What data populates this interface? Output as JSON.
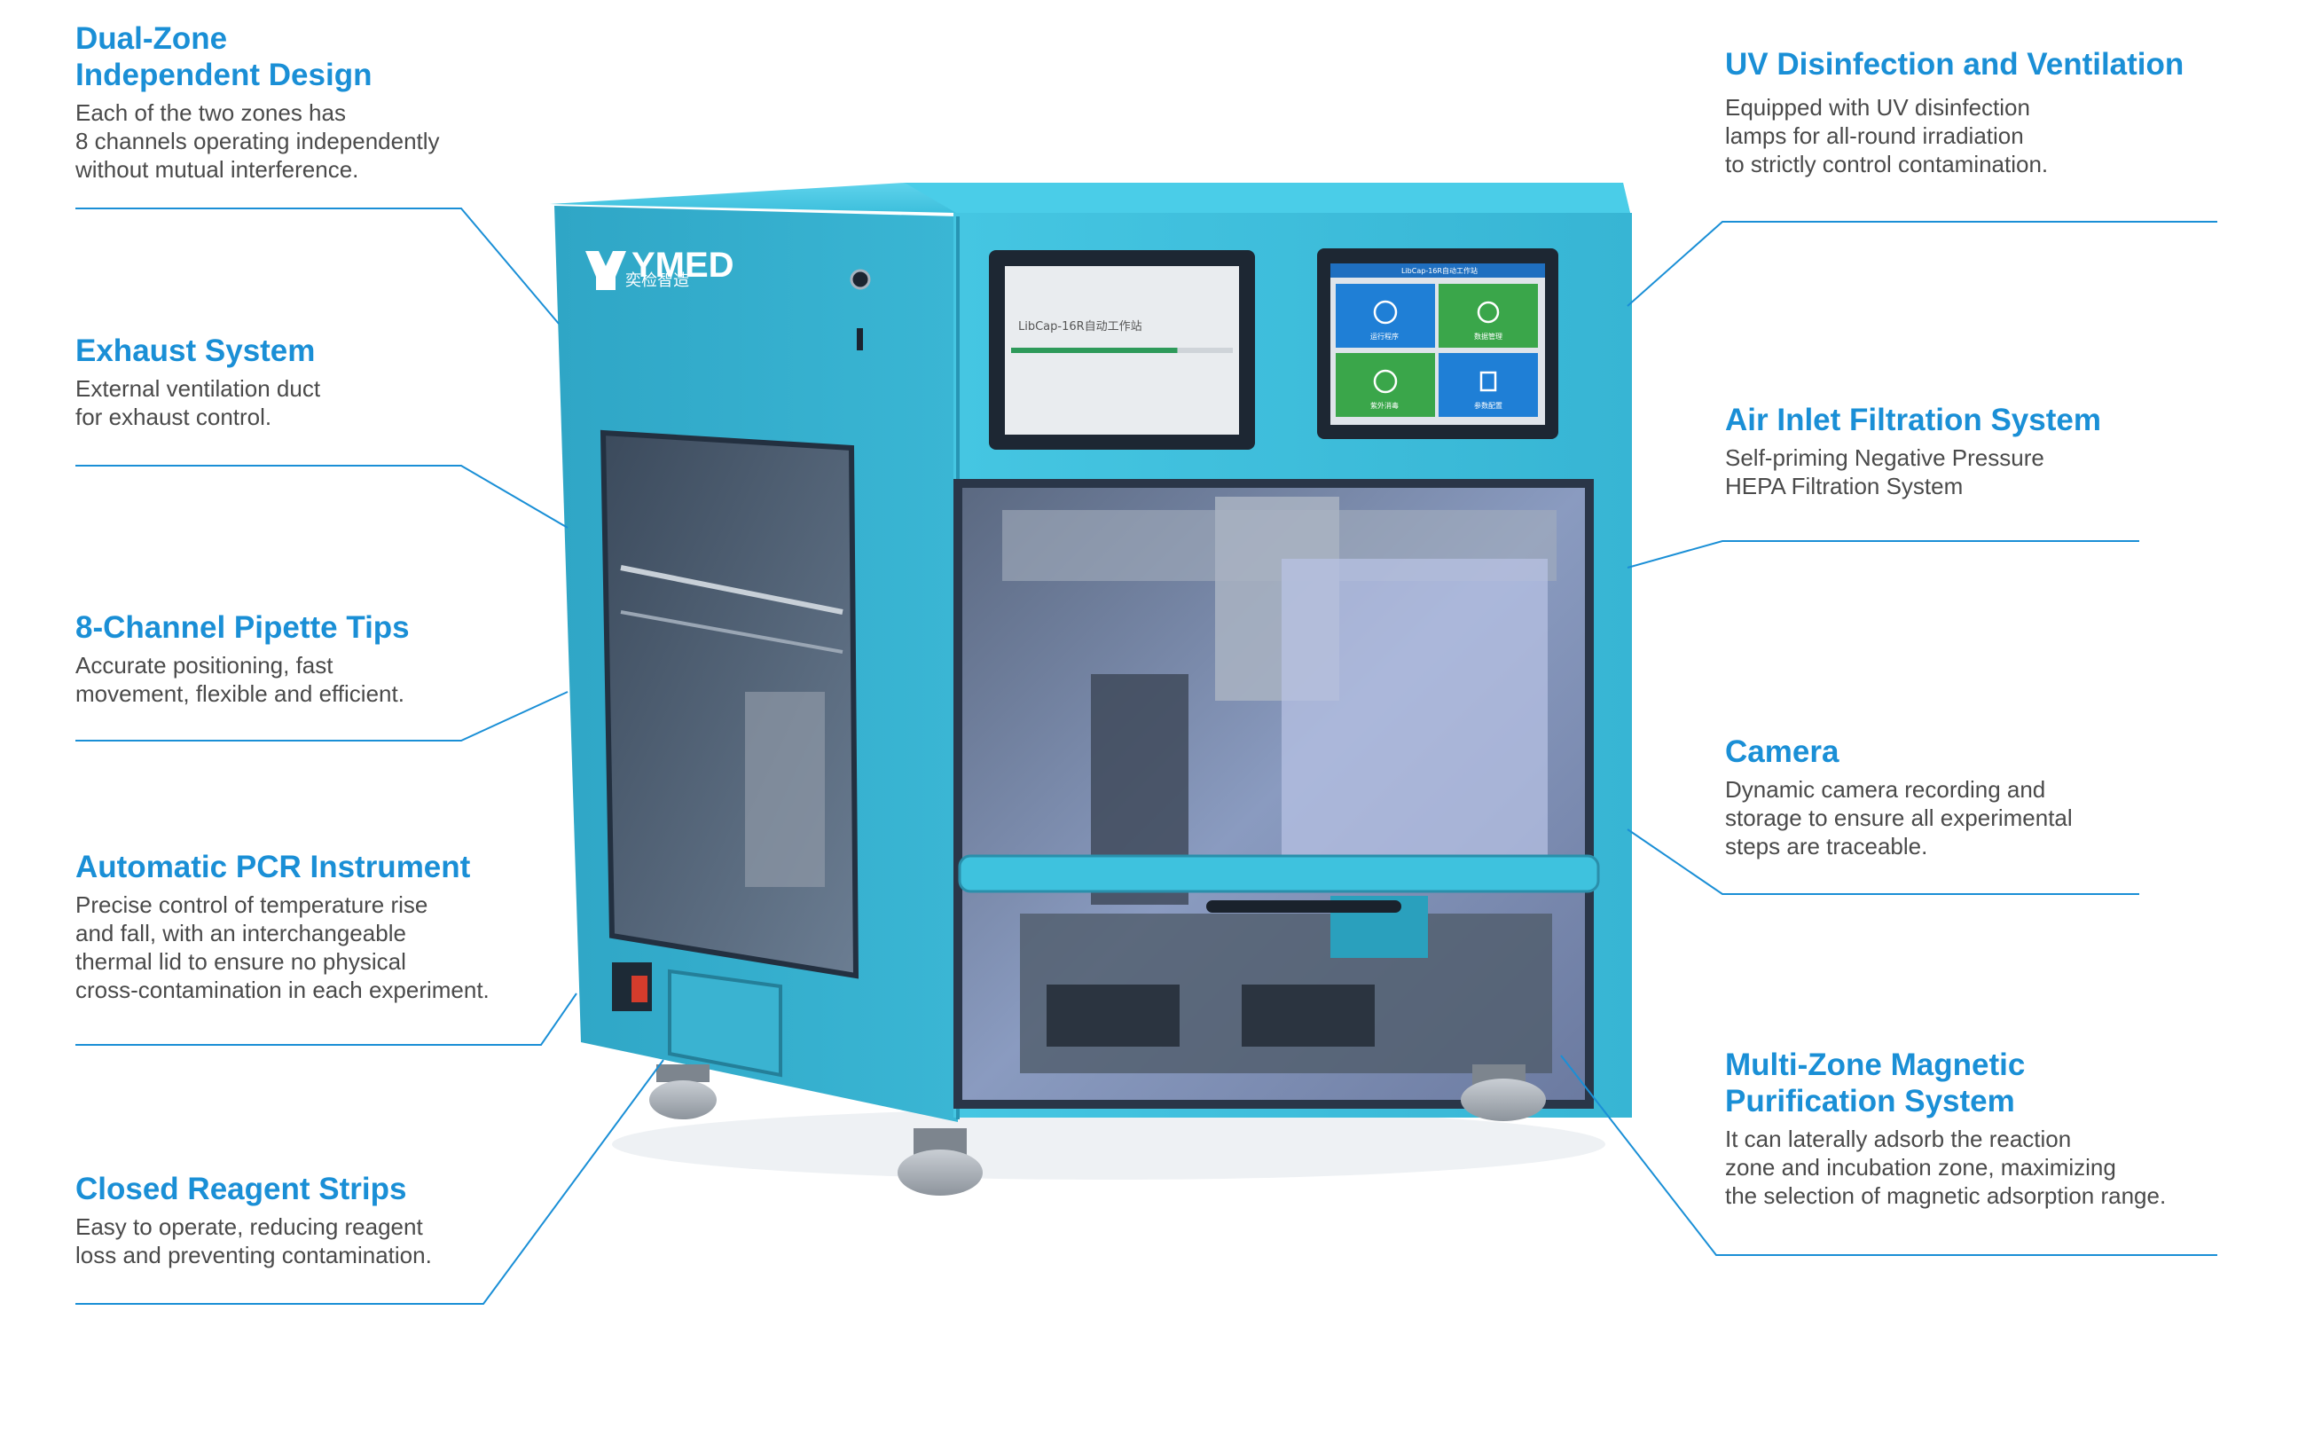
{
  "brand": {
    "logo_text": "YMED",
    "logo_subtext": "奕检智造"
  },
  "screens": {
    "left_title": "LibCap-16R自动工作站",
    "left_progress": 0.75,
    "right_header": "LibCap-16R自动工作站",
    "tiles": [
      "运行程序",
      "数据管理",
      "紫外消毒",
      "参数配置"
    ],
    "tile_colors": [
      "#1f7fd6",
      "#3aa64a",
      "#3aa64a",
      "#1f7fd6"
    ]
  },
  "features": {
    "dual_zone": {
      "title_line1": "Dual-Zone",
      "title_line2": "Independent Design",
      "desc_line1": "Each of the two zones has",
      "desc_line2": "8 channels operating independently",
      "desc_line3": "without mutual interference."
    },
    "exhaust": {
      "title": "Exhaust System",
      "desc_line1": "External ventilation duct",
      "desc_line2": "for exhaust control."
    },
    "pipette": {
      "title": "8-Channel Pipette Tips",
      "desc_line1": "Accurate positioning, fast",
      "desc_line2": "movement, flexible and efficient."
    },
    "pcr": {
      "title": "Automatic PCR Instrument",
      "desc_line1": "Precise control of temperature rise",
      "desc_line2": "and fall, with an interchangeable",
      "desc_line3": "thermal lid to ensure no physical",
      "desc_line4": "cross-contamination in each experiment."
    },
    "reagent": {
      "title": "Closed Reagent Strips",
      "desc_line1": "Easy to operate, reducing reagent",
      "desc_line2": "loss and preventing contamination."
    },
    "uv": {
      "title": "UV Disinfection and Ventilation",
      "desc_line1": "Equipped with UV disinfection",
      "desc_line2": "lamps for all-round irradiation",
      "desc_line3": "to strictly control contamination."
    },
    "air_inlet": {
      "title": "Air Inlet Filtration System",
      "desc_line1": "Self-priming Negative Pressure",
      "desc_line2": "HEPA Filtration System"
    },
    "camera": {
      "title": "Camera",
      "desc_line1": "Dynamic camera recording and",
      "desc_line2": "storage to ensure all experimental",
      "desc_line3": "steps are traceable."
    },
    "magnetic": {
      "title_line1": "Multi-Zone Magnetic",
      "title_line2": "Purification System",
      "desc_line1": "It can laterally adsorb the reaction",
      "desc_line2": "zone and incubation zone, maximizing",
      "desc_line3": "the selection of magnetic adsorption range."
    }
  },
  "colors": {
    "accent": "#1a8fd6",
    "body_text": "#4a4a4a",
    "machine_teal": "#3fc0dd",
    "machine_teal_dark": "#2aa3c4",
    "leader_line": "#1a8fd6"
  }
}
